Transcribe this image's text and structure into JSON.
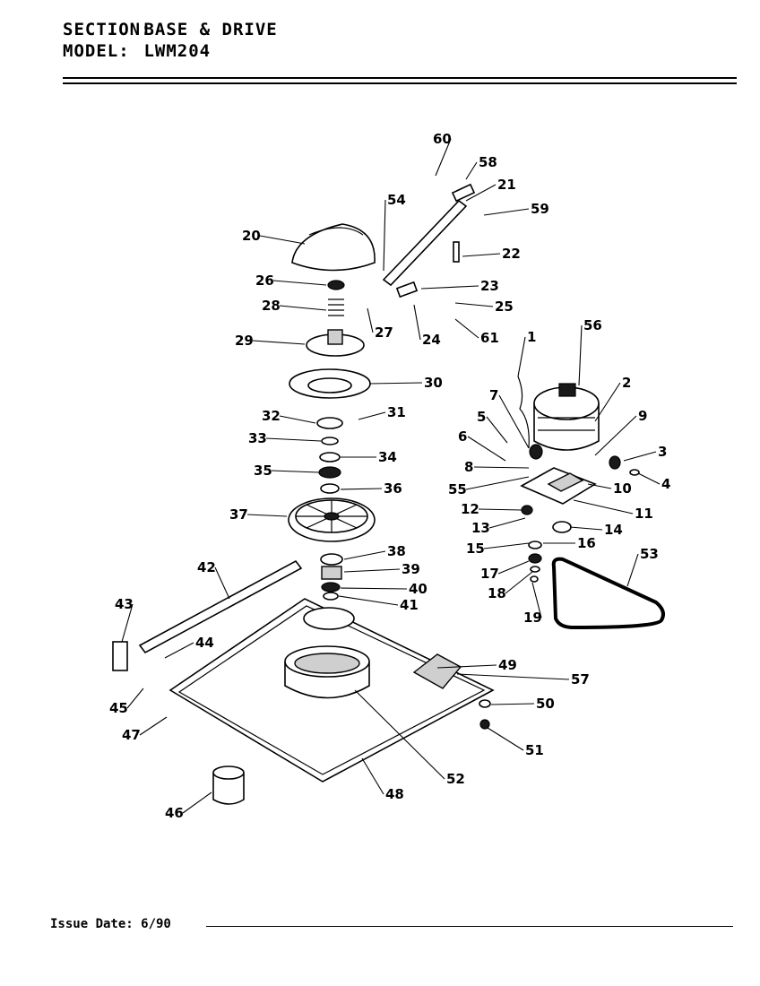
{
  "header": {
    "section_label": "SECTION:",
    "section_value": "BASE & DRIVE",
    "model_label": "MODEL:",
    "model_value": "LWM204"
  },
  "footer": {
    "issue_date": "Issue Date: 6/90"
  },
  "callouts": [
    "60",
    "58",
    "21",
    "59",
    "54",
    "22",
    "20",
    "23",
    "26",
    "25",
    "28",
    "27",
    "24",
    "61",
    "29",
    "1",
    "56",
    "30",
    "2",
    "7",
    "32",
    "31",
    "5",
    "9",
    "33",
    "6",
    "3",
    "34",
    "8",
    "4",
    "35",
    "36",
    "55",
    "10",
    "37",
    "12",
    "11",
    "13",
    "14",
    "15",
    "16",
    "38",
    "53",
    "42",
    "39",
    "17",
    "40",
    "18",
    "43",
    "41",
    "19",
    "44",
    "49",
    "57",
    "50",
    "45",
    "47",
    "51",
    "52",
    "48",
    "46"
  ]
}
